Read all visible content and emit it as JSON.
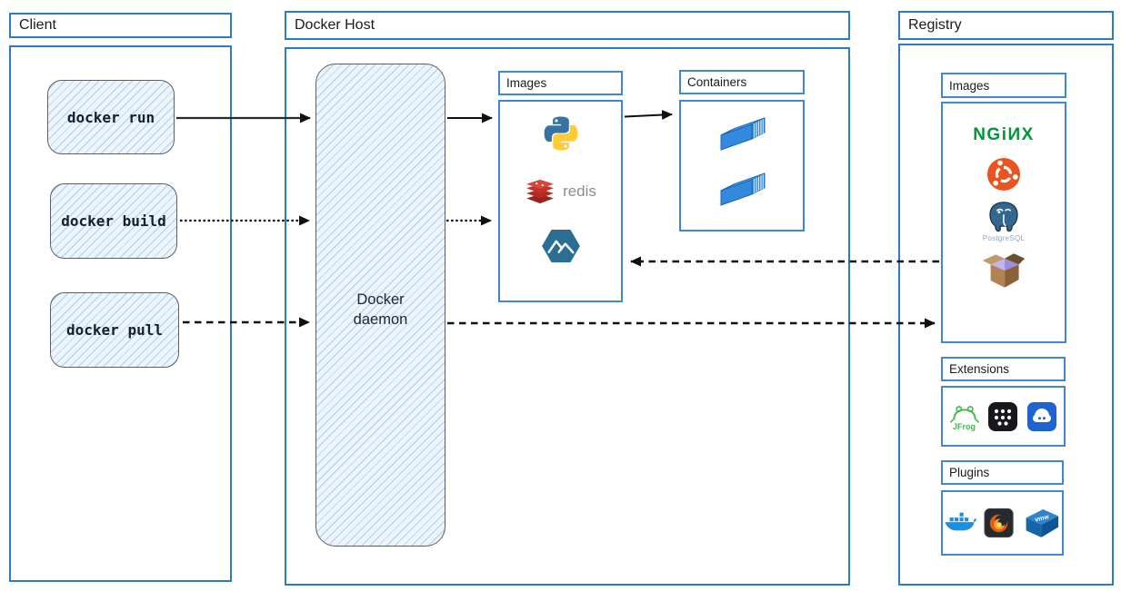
{
  "client": {
    "title": "Client",
    "commands": [
      {
        "label": "docker run"
      },
      {
        "label": "docker build"
      },
      {
        "label": "docker pull"
      }
    ]
  },
  "docker_host": {
    "title": "Docker Host",
    "daemon_label": "Docker daemon",
    "images_panel": {
      "title": "Images",
      "icons": [
        "python-logo",
        "redis-logo",
        "alpine-linux-logo"
      ],
      "redis_caption": "redis"
    },
    "containers_panel": {
      "title": "Containers",
      "icons": [
        "container-3d",
        "container-3d"
      ]
    }
  },
  "registry": {
    "title": "Registry",
    "images_panel": {
      "title": "Images",
      "icons": [
        "nginx-logo",
        "ubuntu-logo",
        "postgresql-logo",
        "open-box-logo"
      ],
      "nginx_wordmark": "NGiИX",
      "postgresql_caption": "PostgreSQL"
    },
    "extensions_panel": {
      "title": "Extensions",
      "icons": [
        "jfrog-logo",
        "app-grid-icon",
        "drive-app-icon"
      ],
      "jfrog_caption": "JFrog"
    },
    "plugins_panel": {
      "title": "Plugins",
      "icons": [
        "docker-whale-logo",
        "grafana-logo",
        "vmware-logo"
      ],
      "vmware_caption": "vmw"
    }
  },
  "arrows": [
    {
      "name": "docker-run-to-daemon",
      "style": "solid"
    },
    {
      "name": "docker-build-to-daemon",
      "style": "dotted"
    },
    {
      "name": "docker-pull-to-daemon",
      "style": "dashed"
    },
    {
      "name": "daemon-to-images-solid",
      "style": "solid"
    },
    {
      "name": "daemon-to-images-dotted",
      "style": "dotted"
    },
    {
      "name": "images-to-containers",
      "style": "solid"
    },
    {
      "name": "registry-to-images",
      "style": "dashed"
    },
    {
      "name": "daemon-to-registry",
      "style": "dashed"
    }
  ],
  "colors": {
    "section_border": "#2e7bc4",
    "panel_border": "#3f88cf",
    "hatch_fill": "#edf5fc",
    "arrow": "#101010",
    "nginx_green": "#009639",
    "ubuntu_orange": "#e95420",
    "redis_red": "#c6302b",
    "alpine_teal": "#2a6f93",
    "container_blue": "#3389dd"
  }
}
